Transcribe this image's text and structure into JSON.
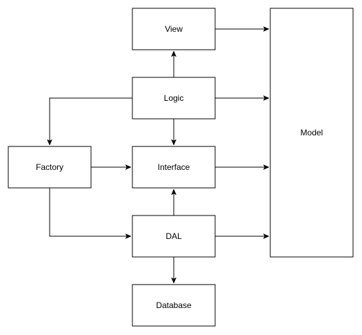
{
  "diagram": {
    "nodes": {
      "view": {
        "label": "View"
      },
      "logic": {
        "label": "Logic"
      },
      "interface": {
        "label": "Interface"
      },
      "dal": {
        "label": "DAL"
      },
      "database": {
        "label": "Database"
      },
      "factory": {
        "label": "Factory"
      },
      "model": {
        "label": "Model"
      }
    },
    "edges": [
      {
        "from": "logic",
        "to": "view"
      },
      {
        "from": "logic",
        "to": "interface"
      },
      {
        "from": "logic",
        "to": "factory"
      },
      {
        "from": "factory",
        "to": "interface"
      },
      {
        "from": "factory",
        "to": "dal"
      },
      {
        "from": "dal",
        "to": "interface"
      },
      {
        "from": "dal",
        "to": "database"
      },
      {
        "from": "view",
        "to": "model"
      },
      {
        "from": "logic",
        "to": "model"
      },
      {
        "from": "interface",
        "to": "model"
      },
      {
        "from": "dal",
        "to": "model"
      }
    ]
  },
  "colors": {
    "stroke": "#000000",
    "fill": "#ffffff",
    "text": "#000000"
  }
}
